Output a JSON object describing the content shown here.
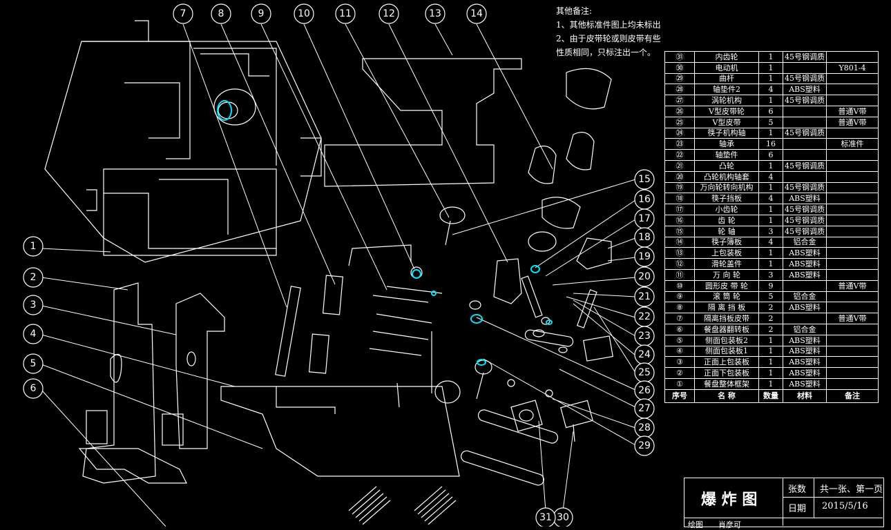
{
  "notes": {
    "heading": "其他备注:",
    "line1": "1、其他标准件图上均未标出",
    "line2": "2、由于皮带轮或则皮带有些",
    "line3": "性质相同，只标注出一个。"
  },
  "balloons": [
    "1",
    "2",
    "3",
    "4",
    "5",
    "6",
    "7",
    "8",
    "9",
    "10",
    "11",
    "12",
    "13",
    "14",
    "15",
    "16",
    "17",
    "18",
    "19",
    "20",
    "21",
    "22",
    "23",
    "24",
    "25",
    "26",
    "27",
    "28",
    "29",
    "30",
    "31"
  ],
  "bom": {
    "rows": [
      {
        "no": "㉛",
        "name": "内齿轮",
        "qty": "1",
        "material": "45号钢调质",
        "remark": ""
      },
      {
        "no": "㉚",
        "name": "电动机",
        "qty": "1",
        "material": "",
        "remark": "Y801-4"
      },
      {
        "no": "㉙",
        "name": "曲杆",
        "qty": "1",
        "material": "45号钢调质",
        "remark": ""
      },
      {
        "no": "㉘",
        "name": "轴垫件2",
        "qty": "4",
        "material": "ABS塑料",
        "remark": ""
      },
      {
        "no": "㉗",
        "name": "涡轮机构",
        "qty": "1",
        "material": "45号钢调质",
        "remark": ""
      },
      {
        "no": "㉖",
        "name": "V型皮带轮",
        "qty": "6",
        "material": "",
        "remark": "普通V带"
      },
      {
        "no": "㉕",
        "name": "V型皮带",
        "qty": "5",
        "material": "",
        "remark": "普通V带"
      },
      {
        "no": "㉔",
        "name": "筷子机构轴",
        "qty": "1",
        "material": "45号钢调质",
        "remark": ""
      },
      {
        "no": "㉓",
        "name": "轴承",
        "qty": "16",
        "material": "",
        "remark": "标准件"
      },
      {
        "no": "㉒",
        "name": "轴垫件",
        "qty": "6",
        "material": "",
        "remark": ""
      },
      {
        "no": "㉑",
        "name": "凸轮",
        "qty": "1",
        "material": "45号钢调质",
        "remark": ""
      },
      {
        "no": "⑳",
        "name": "凸轮机构轴套",
        "qty": "4",
        "material": "",
        "remark": ""
      },
      {
        "no": "⑲",
        "name": "万向轮转向机构",
        "qty": "1",
        "material": "45号钢调质",
        "remark": ""
      },
      {
        "no": "⑱",
        "name": "筷子挡板",
        "qty": "4",
        "material": "ABS塑料",
        "remark": ""
      },
      {
        "no": "⑰",
        "name": "小齿轮",
        "qty": "1",
        "material": "45号钢调质",
        "remark": ""
      },
      {
        "no": "⑯",
        "name": "齿 轮",
        "qty": "1",
        "material": "45号钢调质",
        "remark": ""
      },
      {
        "no": "⑮",
        "name": "轮 轴",
        "qty": "3",
        "material": "45号钢调质",
        "remark": ""
      },
      {
        "no": "⑭",
        "name": "筷子簿板",
        "qty": "4",
        "material": "铝合金",
        "remark": ""
      },
      {
        "no": "⑬",
        "name": "上包装板",
        "qty": "1",
        "material": "ABS塑料",
        "remark": ""
      },
      {
        "no": "⑫",
        "name": "滑轮盖件",
        "qty": "1",
        "material": "ABS塑料",
        "remark": ""
      },
      {
        "no": "⑪",
        "name": "万 向 轮",
        "qty": "3",
        "material": "ABS塑料",
        "remark": ""
      },
      {
        "no": "⑩",
        "name": "圆形皮 带 轮",
        "qty": "9",
        "material": "",
        "remark": "普通V带"
      },
      {
        "no": "⑨",
        "name": "滚 筒 轮",
        "qty": "5",
        "material": "铝合金",
        "remark": ""
      },
      {
        "no": "⑧",
        "name": "隔 离 挡 板",
        "qty": "2",
        "material": "ABS塑料",
        "remark": ""
      },
      {
        "no": "⑦",
        "name": "隔离挡板皮带",
        "qty": "2",
        "material": "",
        "remark": "普通V带"
      },
      {
        "no": "⑥",
        "name": "餐盘器翻转板",
        "qty": "2",
        "material": "铝合金",
        "remark": ""
      },
      {
        "no": "⑤",
        "name": "侧面包装板2",
        "qty": "1",
        "material": "ABS塑料",
        "remark": ""
      },
      {
        "no": "④",
        "name": "侧面包装板1",
        "qty": "1",
        "material": "ABS塑料",
        "remark": ""
      },
      {
        "no": "③",
        "name": "正面上包装板",
        "qty": "1",
        "material": "ABS塑料",
        "remark": ""
      },
      {
        "no": "②",
        "name": "正面下包装板",
        "qty": "1",
        "material": "ABS塑料",
        "remark": ""
      },
      {
        "no": "①",
        "name": "餐盘整体框架",
        "qty": "1",
        "material": "ABS塑料",
        "remark": ""
      }
    ],
    "header": {
      "no": "序号",
      "name": "名 称",
      "qty": "数量",
      "material": "材料",
      "remark": "备注"
    }
  },
  "titleblock": {
    "title": "爆 炸 图",
    "sheets_label": "张数",
    "sheets_value": "共一张、第一页",
    "date_label": "日期",
    "date_value": "2015/5/16",
    "drawn_label": "绘图",
    "drawn_value": "肖彦可"
  },
  "colors": {
    "background": "#000000",
    "line": "#ffffff",
    "accent": "#00e5ff"
  }
}
